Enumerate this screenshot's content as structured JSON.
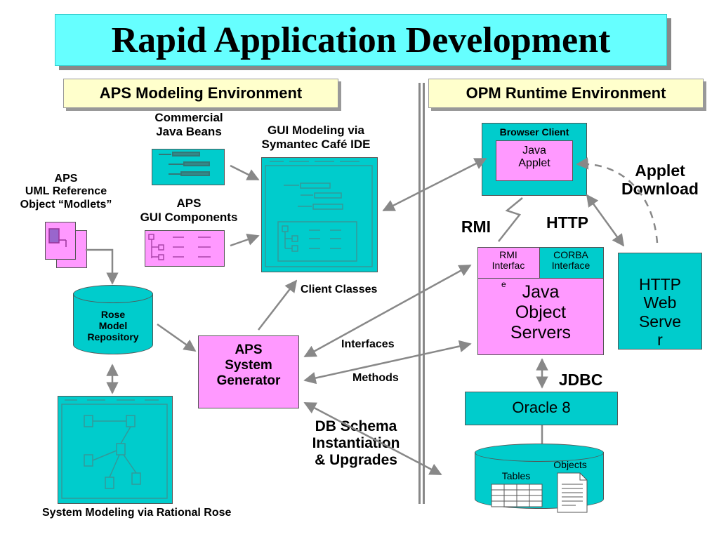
{
  "title": "Rapid Application Development",
  "left_section": "APS Modeling Environment",
  "right_section": "OPM Runtime Environment",
  "labels": {
    "commercial_beans": [
      "Commercial",
      "Java Beans"
    ],
    "gui_modeling": [
      "GUI Modeling via",
      "Symantec Café IDE"
    ],
    "aps_uml": [
      "APS",
      "UML Reference",
      "Object “Modlets”"
    ],
    "aps_gui": [
      "APS",
      "GUI Components"
    ],
    "rose_repo": [
      "Rose",
      "Model",
      "Repository"
    ],
    "client_classes": "Client Classes",
    "aps_generator": [
      "APS",
      "System",
      "Generator"
    ],
    "interfaces": "Interfaces",
    "methods": "Methods",
    "db_schema": [
      "DB Schema",
      "Instantiation",
      "& Upgrades"
    ],
    "system_modeling": "System Modeling via Rational Rose",
    "browser_client": "Browser Client",
    "java_applet": [
      "Java",
      "Applet"
    ],
    "applet_download": [
      "Applet",
      "Download"
    ],
    "rmi": "RMI",
    "http": "HTTP",
    "rmi_interface": [
      "RMI",
      "Interfac",
      "e"
    ],
    "corba_interface": [
      "CORBA",
      "Interface"
    ],
    "java_object_servers": [
      "Java",
      "Object",
      "Servers"
    ],
    "http_web_server": [
      "HTTP",
      "Web",
      "Serve",
      "r"
    ],
    "jdbc": "JDBC",
    "oracle": "Oracle 8",
    "tables": "Tables",
    "objects": "Objects"
  }
}
